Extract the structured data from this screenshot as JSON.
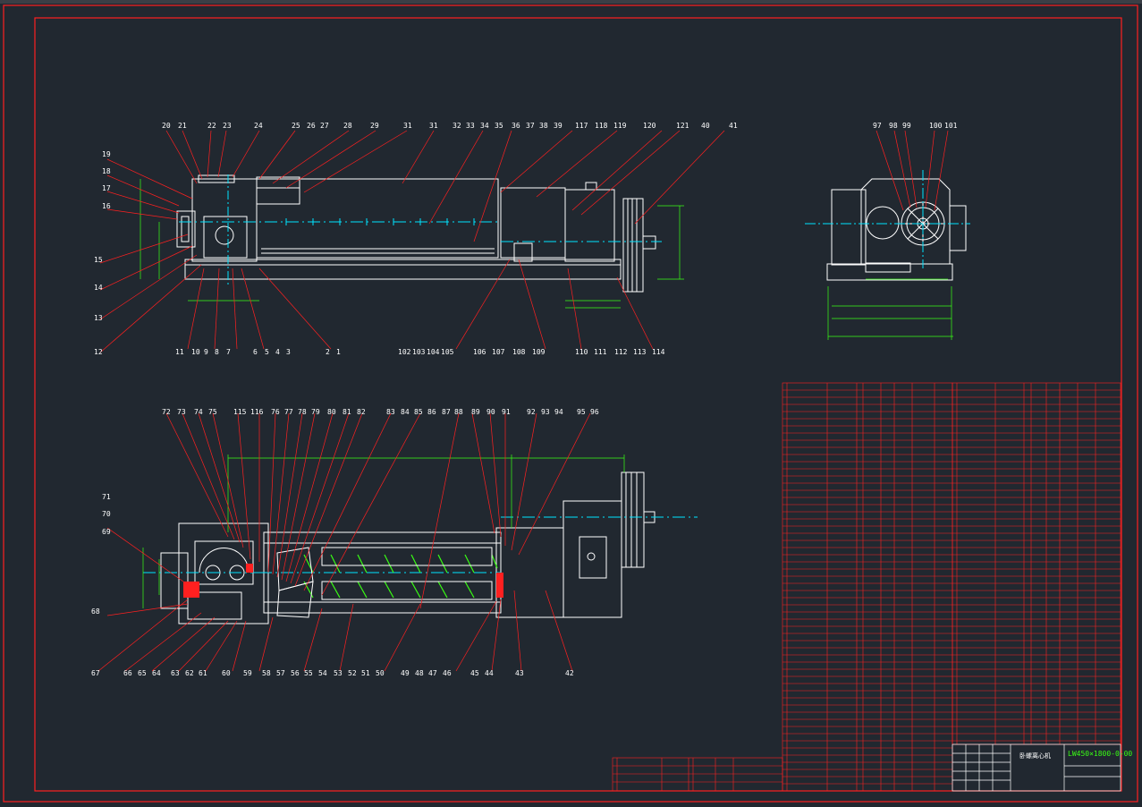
{
  "drawing": {
    "title_block": {
      "name": "卧螺离心机",
      "code": "LW450×1800-0-00"
    },
    "top_view_labels": {
      "top_row": [
        "20",
        "21",
        "22",
        "23",
        "24",
        "25",
        "26",
        "27",
        "28",
        "29",
        "31",
        "31",
        "32",
        "33",
        "34",
        "35",
        "36",
        "37",
        "38",
        "39",
        "117",
        "118",
        "119",
        "120",
        "121",
        "40",
        "41"
      ],
      "bottom_row": [
        "11",
        "10",
        "9",
        "8",
        "7",
        "6",
        "5",
        "4",
        "3",
        "2",
        "1",
        "102",
        "103",
        "104",
        "105",
        "106",
        "107",
        "108",
        "109",
        "110",
        "111",
        "112",
        "113",
        "114"
      ],
      "left_col": [
        "19",
        "18",
        "17",
        "16",
        "15",
        "14",
        "13",
        "12"
      ]
    },
    "side_view_labels": {
      "top_row": [
        "97",
        "98",
        "99",
        "100",
        "101"
      ]
    },
    "section_view_labels": {
      "top_row": [
        "72",
        "73",
        "74",
        "75",
        "115",
        "116",
        "76",
        "77",
        "78",
        "79",
        "80",
        "81",
        "82",
        "83",
        "84",
        "85",
        "86",
        "87",
        "88",
        "89",
        "90",
        "91",
        "92",
        "93",
        "94",
        "95",
        "96"
      ],
      "bottom_row": [
        "67",
        "66",
        "65",
        "64",
        "63",
        "62",
        "61",
        "60",
        "59",
        "58",
        "57",
        "56",
        "55",
        "54",
        "53",
        "52",
        "51",
        "50",
        "49",
        "48",
        "47",
        "46",
        "45",
        "44",
        "43",
        "42"
      ],
      "left_col": [
        "71",
        "70",
        "69",
        "68"
      ]
    },
    "colors": {
      "background": "#212830",
      "border": "#ff2020",
      "geometry": "#ffffff",
      "dimension": "#39ff14",
      "centerline": "#00e5ff",
      "leader": "#ff2020"
    }
  }
}
